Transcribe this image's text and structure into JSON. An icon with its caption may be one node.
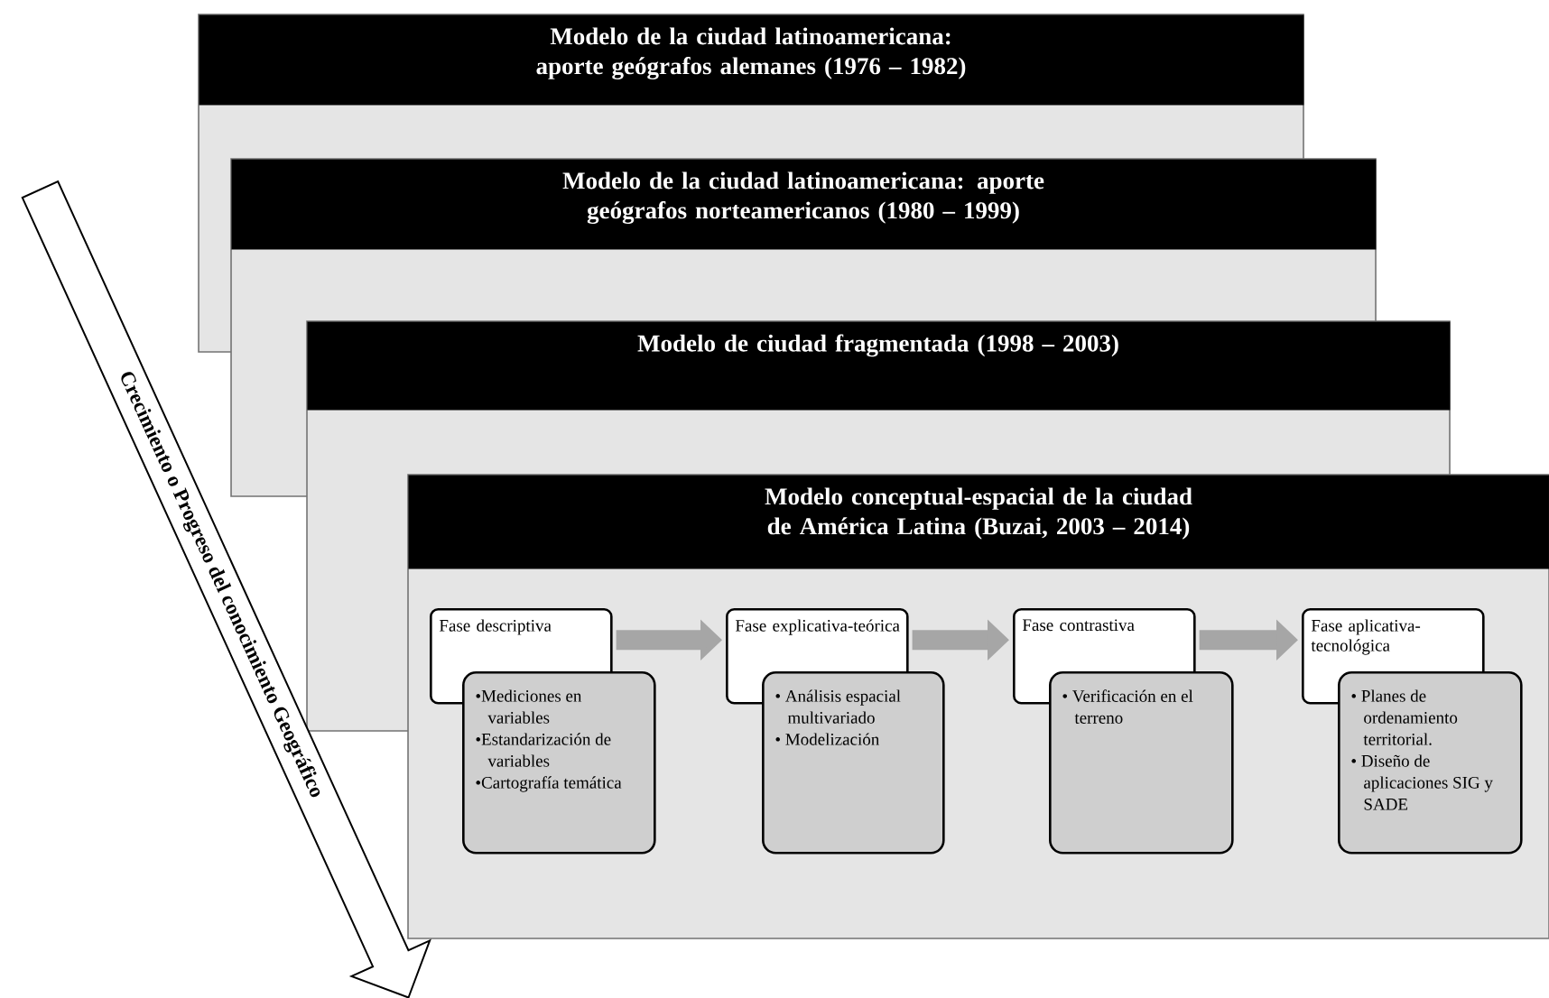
{
  "diagram": {
    "nodes": [
      {
        "text": [
          "Modelo de la ciudad latinoamericana: aporte geógrafos alemanes (1976 – 1982)"
        ]
      },
      {
        "text": [
          "Modelo de la ciudad latinoamericana: aporte geógrafos norteamericanos (1980 – 1999)"
        ]
      },
      {
        "text": [
          "Modelo de ciudad fragmentada (1998 – 2003)"
        ]
      },
      {
        "text": [
          "Modelo conceptual-espacial de la ciudad de América Latina (Buzai, 2003 – 2014)"
        ]
      },
      {
        "text": [
          "Fase descriptiva"
        ]
      },
      {
        "text": [
          "•Mediciones en variables",
          "•Estandarización de variables",
          "•Cartografía temática"
        ]
      },
      {
        "text": [
          "Fase explicativa-teórica"
        ]
      },
      {
        "text": [
          "• Análisis espacial multivariado",
          "• Modelización"
        ]
      },
      {
        "text": [
          "Fase contrastiva"
        ]
      },
      {
        "text": [
          "• Verificación en el terreno"
        ]
      },
      {
        "text": [
          "Fase aplicativa-tecnológica"
        ]
      },
      {
        "text": [
          "• Planes de ordenamiento territorial.",
          "• Diseño de aplicaciones SIG y SADE"
        ]
      },
      {
        "text": [
          "Crecimiento o Progreso del conocimiento Geográfico"
        ]
      }
    ],
    "edges": [
      {
        "from": 4,
        "to": 6,
        "arrow": "to"
      },
      {
        "from": 6,
        "to": 8,
        "arrow": "to"
      },
      {
        "from": 8,
        "to": 10,
        "arrow": "to"
      }
    ]
  }
}
